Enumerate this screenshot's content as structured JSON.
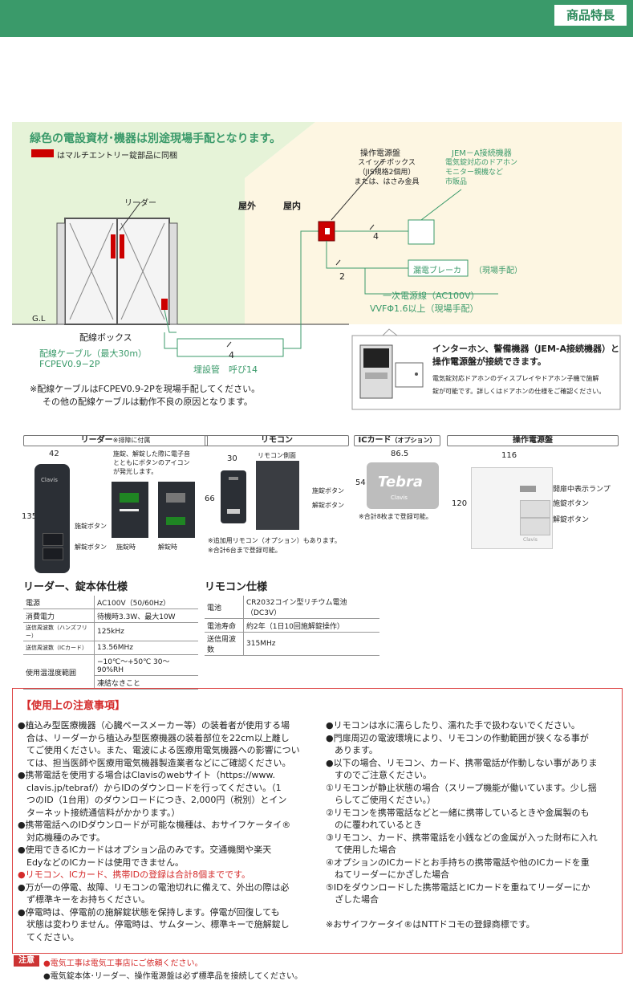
{
  "header": {
    "tag": "商品特長",
    "bar_color": "#3a9a6a"
  },
  "diagram": {
    "headline": "緑色の電設資材･機器は別途現場手配となります。",
    "legend_note": "はマルチエントリー錠部品に同梱",
    "reader": "リーダー",
    "outdoor": "屋外",
    "indoor": "屋内",
    "panel": "操作電源盤",
    "switch_box_lines": [
      "スイッチボックス",
      "（JIS規格2個用）",
      "または、はさみ金具"
    ],
    "jem": "JEM－A接続機器",
    "jem_lines": [
      "電気錠対応のドアホン",
      "モニター親機など",
      "市販品"
    ],
    "gl": "G.L",
    "wiring_box": "配線ボックス",
    "cable": "配線ケーブル（最大30m）",
    "cable_spec": "FCPEV0.9−2P",
    "breaker": "漏電ブレーカ",
    "breaker_note": "（現場手配）",
    "primary_power": "一次電源線（AC100V）",
    "vvf": "VVFΦ1.6以上（現場手配）",
    "conduit": "埋設管　呼び14",
    "wire4a": "4",
    "wire4b": "4",
    "wire2": "2",
    "note1": "※配線ケーブルはFCPEV0.9-2Pを現場手配してください。",
    "note2": "その他の配線ケーブルは動作不良の原因となります。",
    "intercom_title1": "インターホン、警備機器（JEM-A接続機器）と",
    "intercom_title2": "操作電源盤が接続できます。",
    "intercom_desc1": "電気錠対応ドアホンのディスプレイやドアホン子機で施解",
    "intercom_desc2": "錠が可能です。詳しくはドアホンの仕様をご確認ください。"
  },
  "products": {
    "reader_head": "リーダー",
    "reader_head_note": "※排障に付属",
    "remote_head": "リモコン",
    "card_head": "ICカード",
    "card_head_note": "（オプション）",
    "panel_head": "操作電源盤",
    "reader_w": "42",
    "reader_h": "135",
    "reader_brand": "Clavis",
    "reader_caption1": "施錠、解錠した際に電子音",
    "reader_caption2": "とともにボタンのアイコン",
    "reader_caption3": "が発光します。",
    "lock_btn": "施錠ボタン",
    "unlock_btn": "解錠ボタン",
    "locked": "施錠時",
    "unlocked": "解錠時",
    "remote_w": "30",
    "remote_h": "66",
    "remote_side": "リモコン側面",
    "remote_lock": "施錠ボタン",
    "remote_unlock": "解錠ボタン",
    "remote_note1": "※追加用リモコン（オプション）もあります。",
    "remote_note2": "※合計6台まで登録可能。",
    "card_w": "86.5",
    "card_h": "54",
    "card_logo": "Tebra",
    "card_brand": "Clavis",
    "card_note": "※合計8枚まで登録可能。",
    "panel_w": "116",
    "panel_h": "120",
    "panel_lamp": "開扉中表示ランプ",
    "panel_lock": "施錠ボタン",
    "panel_unlock": "解錠ボタン",
    "panel_brand": "Clavis"
  },
  "spec_reader": {
    "title": "リーダー、錠本体仕様",
    "rows": [
      [
        "電源",
        "AC100V（50/60Hz）"
      ],
      [
        "消費電力",
        "待機時3.3W、最大10W"
      ],
      [
        "送信周波数（ハンズフリー）",
        "125kHz"
      ],
      [
        "送信周波数（ICカード）",
        "13.56MHz"
      ],
      [
        "使用温湿度範囲",
        "−10℃〜+50℃ 30〜90%RH"
      ],
      [
        "",
        "凍結なきこと"
      ]
    ]
  },
  "spec_remote": {
    "title": "リモコン仕様",
    "rows": [
      [
        "電池",
        "CR2032コイン型リチウム電池（DC3V）"
      ],
      [
        "電池寿命",
        "約2年（1日10回施解錠操作）"
      ],
      [
        "送信周波数",
        "315MHz"
      ]
    ]
  },
  "notice": {
    "title": "【使用上の注意事項】",
    "left": [
      "●植込み型医療機器（心臓ペースメーカー等）の装着者が使用する場",
      "　合は、リーダーから植込み型医療機器の装着部位を22cm以上離し",
      "　てご使用ください。また、電波による医療用電気機器への影響につい",
      "　ては、担当医師や医療用電気機器製造業者などにご確認ください。",
      "●携帯電話を使用する場合はClavisのwebサイト（https://www.",
      "　clavis.jp/tebraf/）からIDのダウンロードを行ってください。（1",
      "　つのID（1台用）のダウンロードにつき、2,000円（税別）とイン",
      "　ターネット接続通信料がかかります。）",
      "●携帯電話へのIDダウンロードが可能な機種は、おサイフケータイ®",
      "　対応機種のみです。",
      "●使用できるICカードはオプション品のみです。交通機関や楽天",
      "　EdyなどのICカードは使用できません。",
      "●リモコン、ICカード、携帯IDの登録は合計8個までです。",
      "●万が一の停電、故障、リモコンの電池切れに備えて、外出の際は必",
      "　ず標準キーをお持ちください。",
      "●停電時は、停電前の施解錠状態を保持します。停電が回復しても",
      "　状態は変わりません。停電時は、サムターン、標準キーで施解錠し",
      "　てください。"
    ],
    "right": [
      "●リモコンは水に濡らしたり、濡れた手で扱わないでください。",
      "●門扉周辺の電波環境により、リモコンの作動範囲が狭くなる事が",
      "　あります。",
      "●以下の場合、リモコン、カード、携帯電話が作動しない事がありま",
      "　すのでご注意ください。",
      "①リモコンが静止状態の場合（スリープ機能が働いています。少し揺",
      "　らしてご使用ください。）",
      "②リモコンを携帯電話などと一緒に携帯しているときや金属製のも",
      "　のに覆われているとき",
      "③リモコン、カード、携帯電話を小銭などの金属が入った財布に入れ",
      "　て使用した場合",
      "④オプションのICカードとお手持ちの携帯電話や他のICカードを重",
      "　ねてリーダーにかざした場合",
      "⑤IDをダウンロードした携帯電話とICカードを重ねてリーダーにか",
      "　ざした場合",
      "",
      "※おサイフケータイ®はNTTドコモの登録商標です。"
    ]
  },
  "footer": {
    "label": "注意",
    "line1": "●電気工事は電気工事店にご依頼ください。",
    "line2": "●電気錠本体･リーダー、操作電源盤は必ず標準品を接続してください。"
  }
}
